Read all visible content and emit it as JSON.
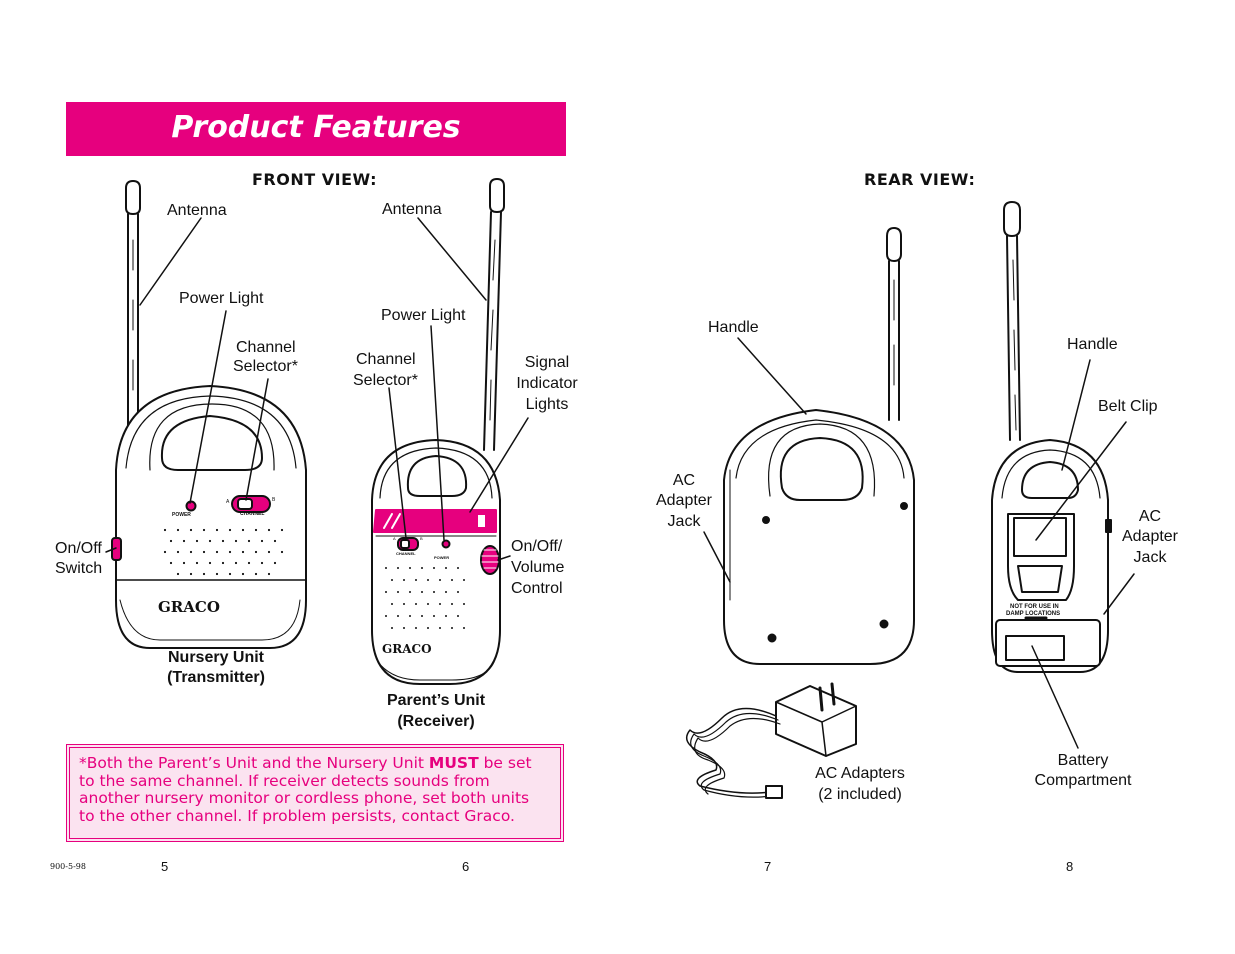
{
  "banner": {
    "title": "Product Features"
  },
  "front_view": {
    "heading": "FRONT VIEW:",
    "nursery_labels": {
      "antenna": "Antenna",
      "power_light": "Power Light",
      "channel_selector_1": "Channel",
      "channel_selector_2": "Selector*",
      "on_off_1": "On/Off",
      "on_off_2": "Switch",
      "unit_name_1": "Nursery Unit",
      "unit_name_2": "(Transmitter)",
      "device_power": "POWER",
      "device_channel": "CHANNEL",
      "device_a": "A",
      "device_b": "B",
      "brand": "GRACO"
    },
    "parent_labels": {
      "antenna": "Antenna",
      "power_light": "Power Light",
      "channel_selector_1": "Channel",
      "channel_selector_2": "Selector*",
      "signal_1": "Signal",
      "signal_2": "Indicator",
      "signal_3": "Lights",
      "volume_1": "On/Off/",
      "volume_2": "Volume",
      "volume_3": "Control",
      "unit_name_1": "Parent’s Unit",
      "unit_name_2": "(Receiver)",
      "device_power": "POWER",
      "device_channel": "CHANNEL",
      "device_a": "A",
      "device_b": "B",
      "brand": "GRACO"
    }
  },
  "note": {
    "part1": "*Both the Parent’s Unit and the Nursery Unit ",
    "emphasis": "MUST",
    "part2": " be set to the same channel. If receiver detects sounds from another nursery monitor or cordless phone, set both units to the other channel. If problem persists, contact Graco."
  },
  "rear_view": {
    "heading": "REAR VIEW:",
    "left_labels": {
      "handle": "Handle",
      "ac_1": "AC",
      "ac_2": "Adapter",
      "ac_3": "Jack",
      "adapters_1": "AC Adapters",
      "adapters_2": "(2 included)"
    },
    "right_labels": {
      "handle": "Handle",
      "belt_clip": "Belt Clip",
      "ac_1": "AC",
      "ac_2": "Adapter",
      "ac_3": "Jack",
      "battery_1": "Battery",
      "battery_2": "Compartment",
      "damp_1": "NOT FOR USE IN",
      "damp_2": "DAMP LOCATIONS"
    }
  },
  "footer": {
    "code": "900-5-98",
    "page_5": "5",
    "page_6": "6",
    "page_7": "7",
    "page_8": "8"
  },
  "colors": {
    "accent": "#e6007e",
    "note_bg": "#fbe3f0"
  }
}
